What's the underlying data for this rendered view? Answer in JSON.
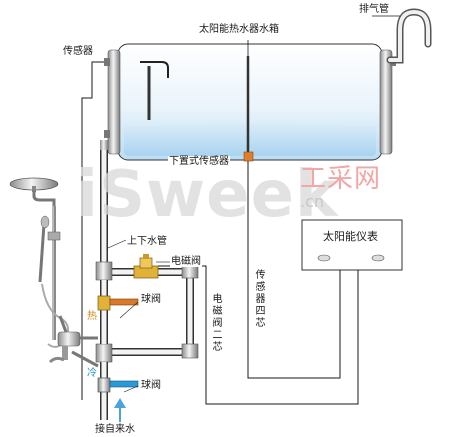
{
  "labels": {
    "tank": "太阳能热水器水箱",
    "vent_pipe": "排气管",
    "sensor": "传感器",
    "bottom_sensor": "下置式传感器",
    "supply_pipe": "上下水管",
    "solenoid_valve": "电磁阀",
    "ball_valve_top": "球阀",
    "hot": "热",
    "cold": "冷",
    "ball_valve_bottom": "球阀",
    "water_inlet": "接自来水",
    "controller": "太阳能仪表",
    "sensor_four_core": "传感器四芯",
    "solenoid_two_core": "电磁阀二芯"
  },
  "watermark": {
    "brand": "iSweek",
    "domain": ".cn",
    "cn_text": "工采网"
  },
  "colors": {
    "pipe": "#1a1a1a",
    "water": "#cfe6f7",
    "hot": "#d98a1a",
    "cold": "#1a8fd0",
    "valve_yellow": "#e0b23a"
  }
}
